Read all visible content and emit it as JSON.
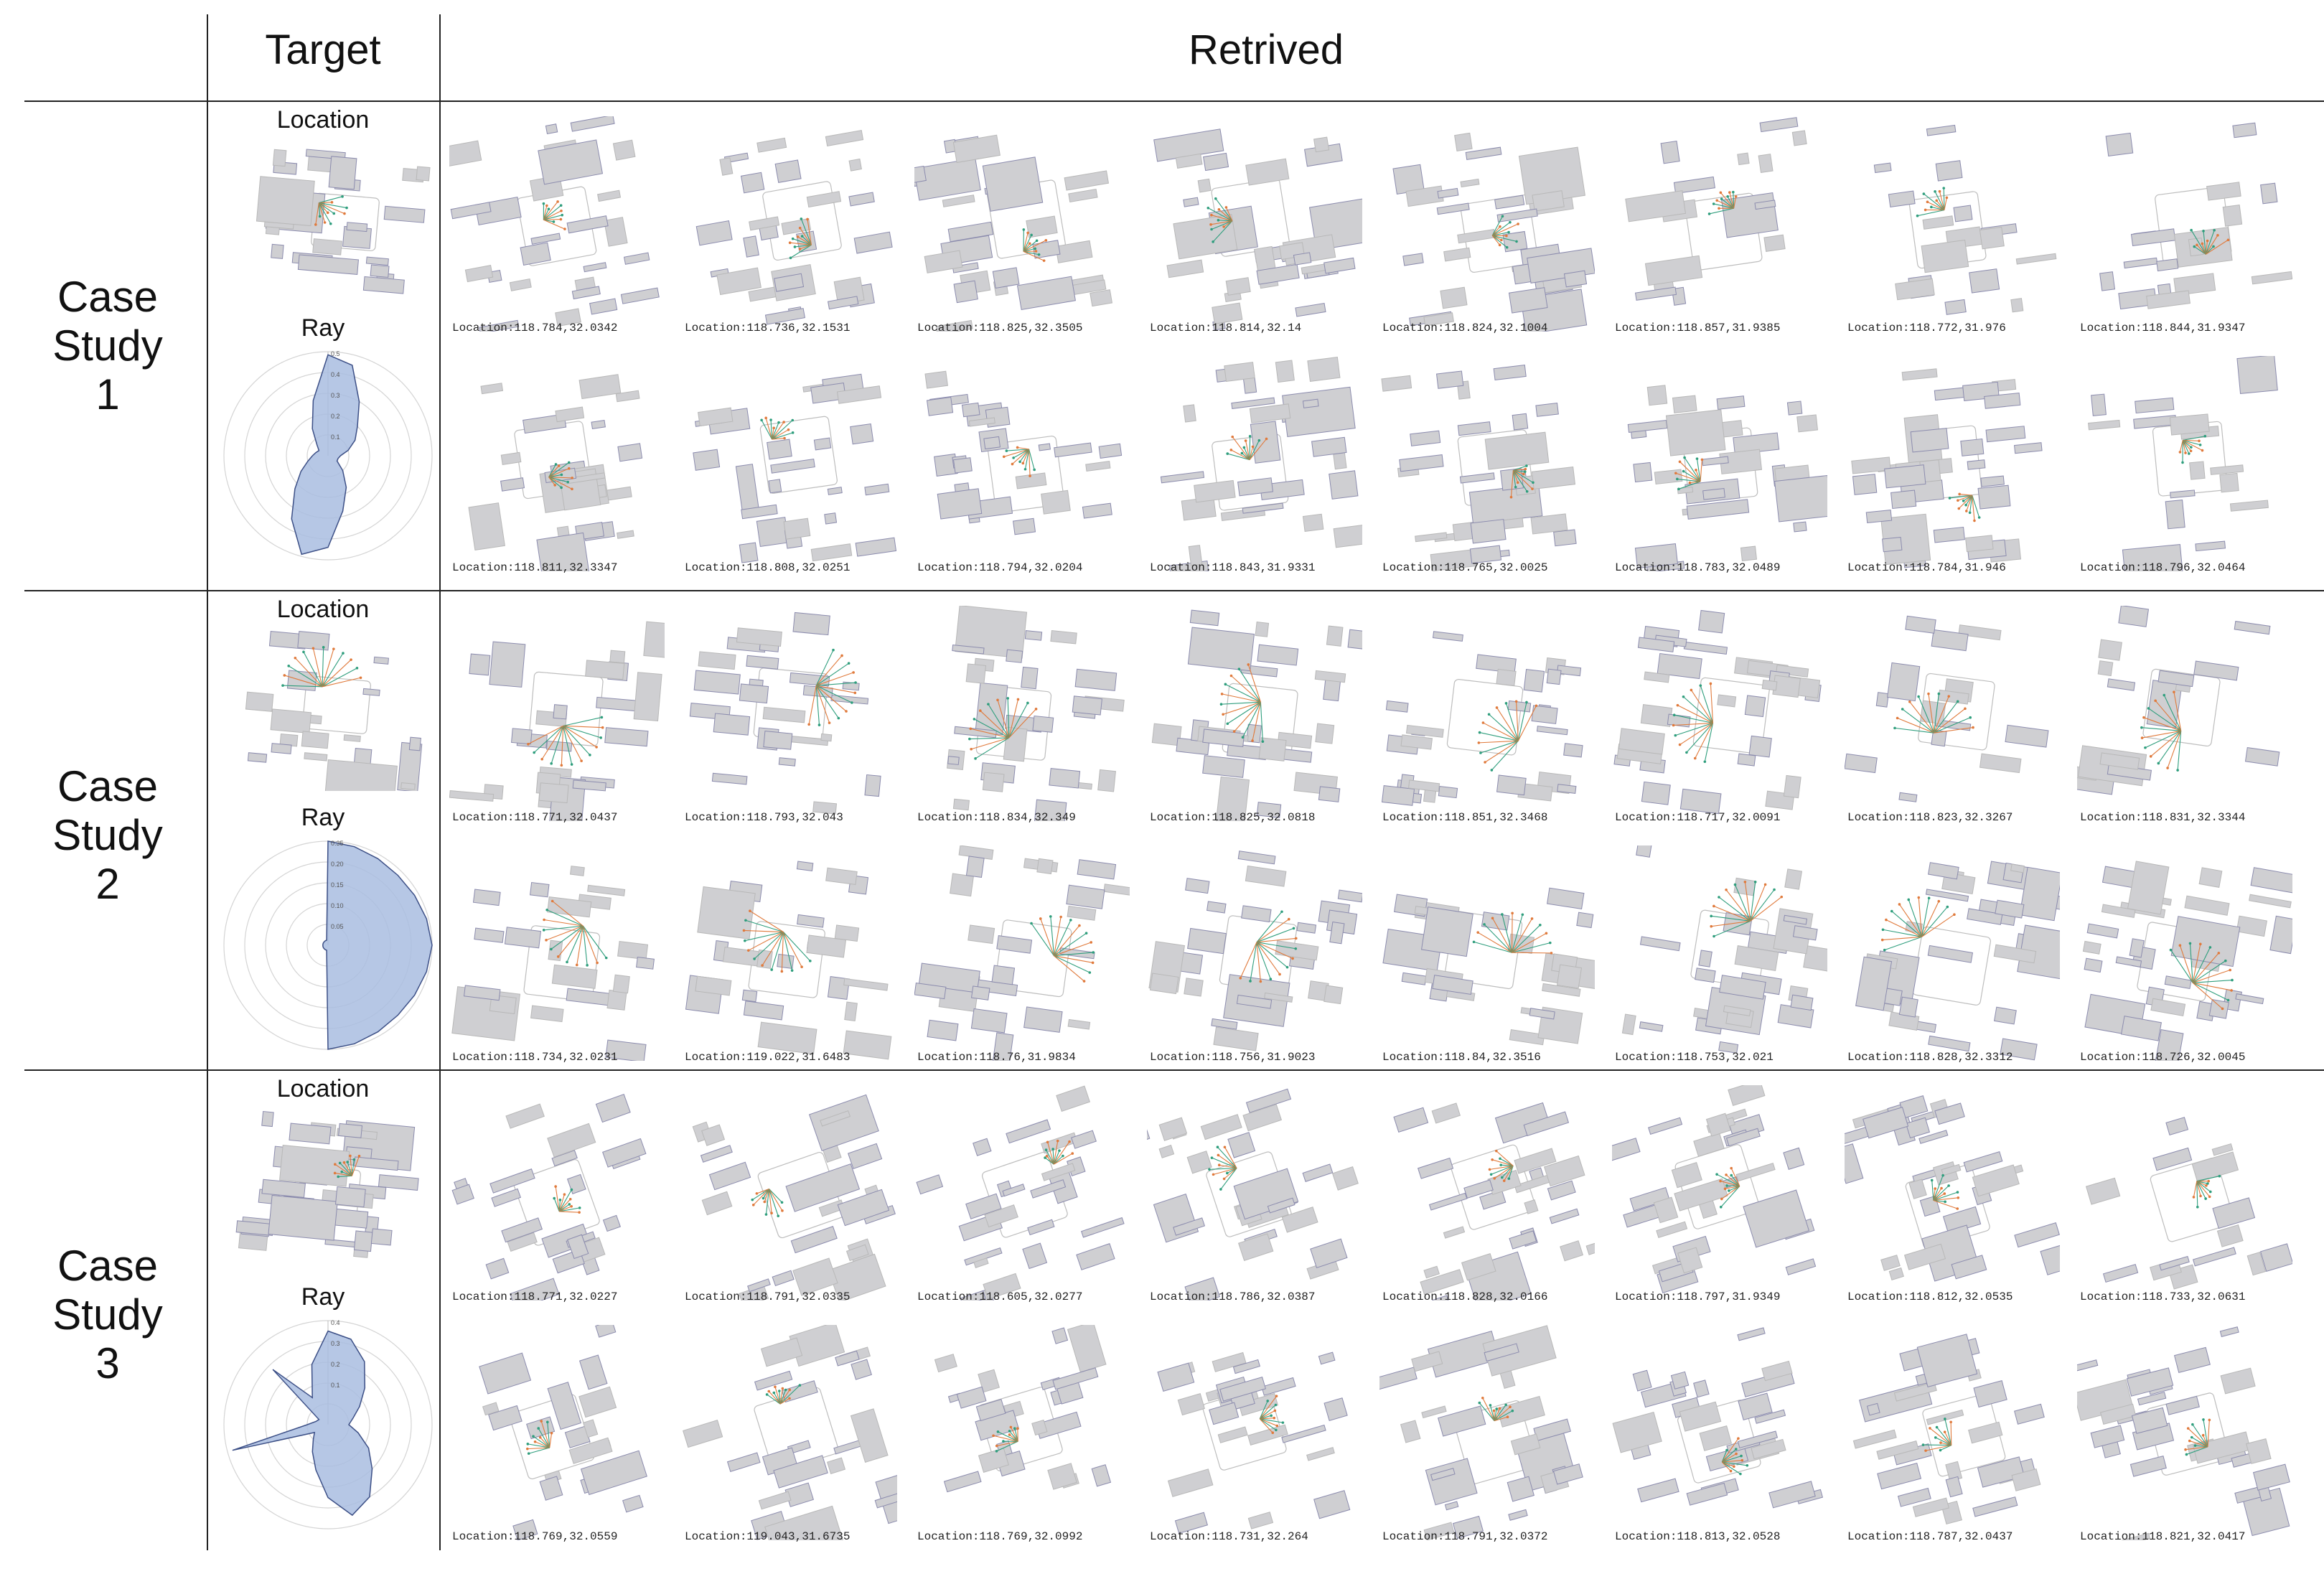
{
  "header": {
    "target": "Target",
    "retrieved": "Retrived"
  },
  "colors": {
    "building": "#cfcfd2",
    "building_stroke": "#8c8cae",
    "radar_fill": "#a9bde0",
    "radar_stroke": "#3c4f86",
    "ray_a": "#e07a3c",
    "ray_b": "#2f9e7d"
  },
  "cases": [
    {
      "title": [
        "Case",
        "Study",
        "1"
      ],
      "location_label": "Location",
      "ray_label": "Ray",
      "radar_ticks": [
        "0.5",
        "0.4",
        "0.3",
        "0.2",
        "0.1"
      ],
      "radar_profile": [
        0.97,
        0.9,
        0.6,
        0.4,
        0.3,
        0.2,
        0.12,
        0.1,
        0.1,
        0.2,
        0.35,
        0.55,
        0.88,
        0.98,
        0.7,
        0.45,
        0.3,
        0.2,
        0.15,
        0.12,
        0.1,
        0.15,
        0.3,
        0.55
      ],
      "retrieved_rows": [
        [
          "Location:118.784,32.0342",
          "Location:118.736,32.1531",
          "Location:118.825,32.3505",
          "Location:118.814,32.14",
          "Location:118.824,32.1004",
          "Location:118.857,31.9385",
          "Location:118.772,31.976",
          "Location:118.844,31.9347"
        ],
        [
          "Location:118.811,32.3347",
          "Location:118.808,32.0251",
          "Location:118.794,32.0204",
          "Location:118.843,31.9331",
          "Location:118.765,32.0025",
          "Location:118.783,32.0489",
          "Location:118.784,31.946",
          "Location:118.796,32.0464"
        ]
      ]
    },
    {
      "title": [
        "Case",
        "Study",
        "2"
      ],
      "location_label": "Location",
      "ray_label": "Ray",
      "radar_ticks": [
        "0.35",
        "0.20",
        "0.15",
        "0.10",
        "0.05"
      ],
      "radar_profile": [
        1.0,
        0.98,
        0.96,
        0.95,
        0.96,
        0.98,
        1.0,
        0.98,
        0.96,
        0.95,
        0.96,
        0.98,
        1.0,
        0.05,
        0.05,
        0.05,
        0.05,
        0.05,
        0.05,
        0.05,
        0.05,
        0.05,
        0.05,
        0.05
      ],
      "retrieved_rows": [
        [
          "Location:118.771,32.0437",
          "Location:118.793,32.043",
          "Location:118.834,32.349",
          "Location:118.825,32.0818",
          "Location:118.851,32.3468",
          "Location:118.717,32.0091",
          "Location:118.823,32.3267",
          "Location:118.831,32.3344"
        ],
        [
          "Location:118.734,32.0231",
          "Location:119.022,31.6483",
          "Location:118.76,31.9834",
          "Location:118.756,31.9023",
          "Location:118.84,32.3516",
          "Location:118.753,32.021",
          "Location:118.828,32.3312",
          "Location:118.726,32.0045"
        ]
      ]
    },
    {
      "title": [
        "Case",
        "Study",
        "3"
      ],
      "location_label": "Location",
      "ray_label": "Ray",
      "radar_ticks": [
        "0.4",
        "0.3",
        "0.2",
        "0.1"
      ],
      "radar_profile": [
        0.9,
        0.85,
        0.7,
        0.5,
        0.35,
        0.25,
        0.2,
        0.3,
        0.45,
        0.6,
        0.8,
        0.9,
        0.7,
        0.45,
        0.3,
        0.2,
        0.15,
        0.95,
        0.2,
        0.12,
        0.1,
        0.75,
        0.3,
        0.6
      ],
      "retrieved_rows": [
        [
          "Location:118.771,32.0227",
          "Location:118.791,32.0335",
          "Location:118.605,32.0277",
          "Location:118.786,32.0387",
          "Location:118.828,32.0166",
          "Location:118.797,31.9349",
          "Location:118.812,32.0535",
          "Location:118.733,32.0631"
        ],
        [
          "Location:118.769,32.0559",
          "Location:119.043,31.6735",
          "Location:118.769,32.0992",
          "Location:118.731,32.264",
          "Location:118.791,32.0372",
          "Location:118.813,32.0528",
          "Location:118.787,32.0437",
          "Location:118.821,32.0417"
        ]
      ]
    }
  ]
}
